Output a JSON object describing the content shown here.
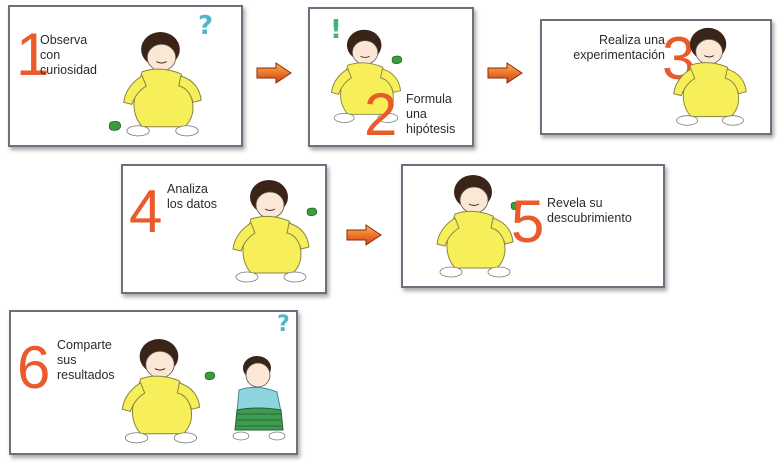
{
  "steps": [
    {
      "number": "1",
      "label": "Observa\ncon\ncuriosidad"
    },
    {
      "number": "2",
      "label": "Formula\nuna\nhipótesis"
    },
    {
      "number": "3",
      "label": "Realiza una\nexperimentación"
    },
    {
      "number": "4",
      "label": "Analiza\nlos datos"
    },
    {
      "number": "5",
      "label": "Revela su\ndescubrimiento"
    },
    {
      "number": "6",
      "label": "Comparte\nsus\nresultados"
    }
  ],
  "marks": {
    "question": "?",
    "exclamation": "!"
  },
  "colors": {
    "number": "#ea5a2a",
    "arrow": "#e8521c",
    "pajamas": "#f6ef5a",
    "hair": "#3a2418",
    "border": "#6f6f80"
  },
  "icons": [
    "right-arrow-icon",
    "question-mark-icon",
    "exclamation-mark-icon",
    "child-illustration",
    "rock-icon"
  ]
}
